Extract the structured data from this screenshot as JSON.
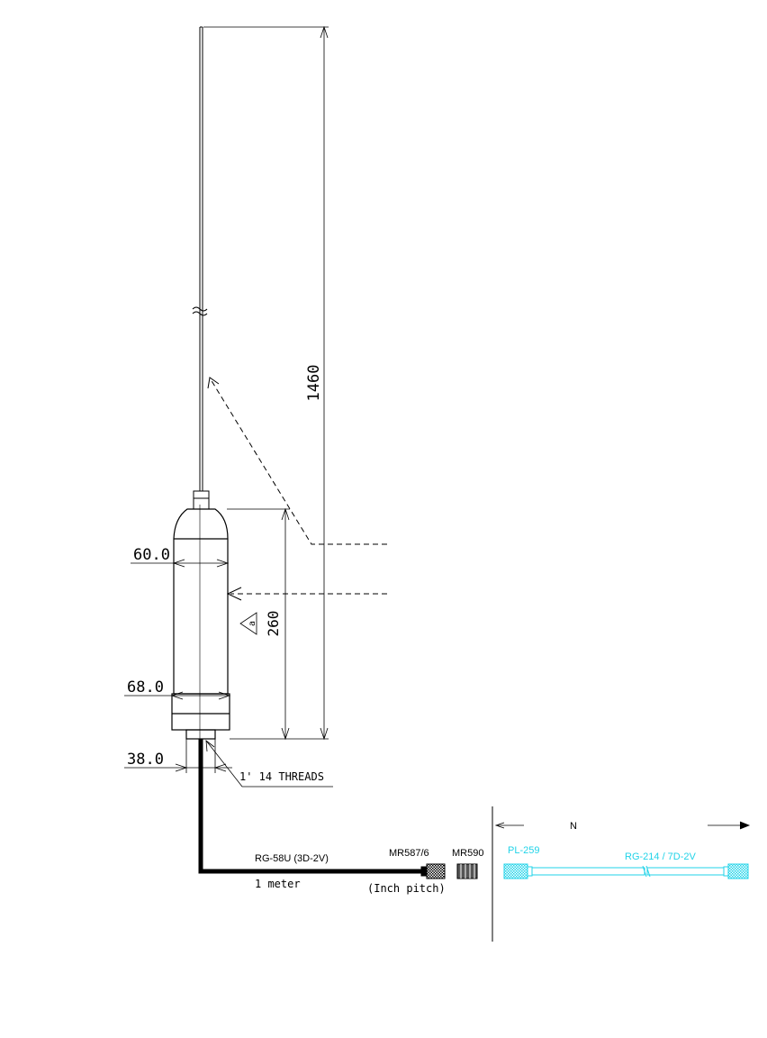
{
  "dimensions": {
    "overall_height": "1460",
    "body_length": "260",
    "top_diameter": "60.0",
    "bottom_diameter": "68.0",
    "base_diameter": "38.0"
  },
  "marker": "a",
  "thread": "1' 14 THREADS",
  "cable": {
    "type": "RG-58U (3D-2V)",
    "length": "1 meter"
  },
  "connectors": {
    "main": "MR587/6",
    "adapter": "MR590",
    "pitch_note": "(Inch pitch)"
  },
  "extension": {
    "length_symbol": "N",
    "connector": "PL-259",
    "cable": "RG-214 / 7D-2V",
    "color": "#22d3e8"
  }
}
